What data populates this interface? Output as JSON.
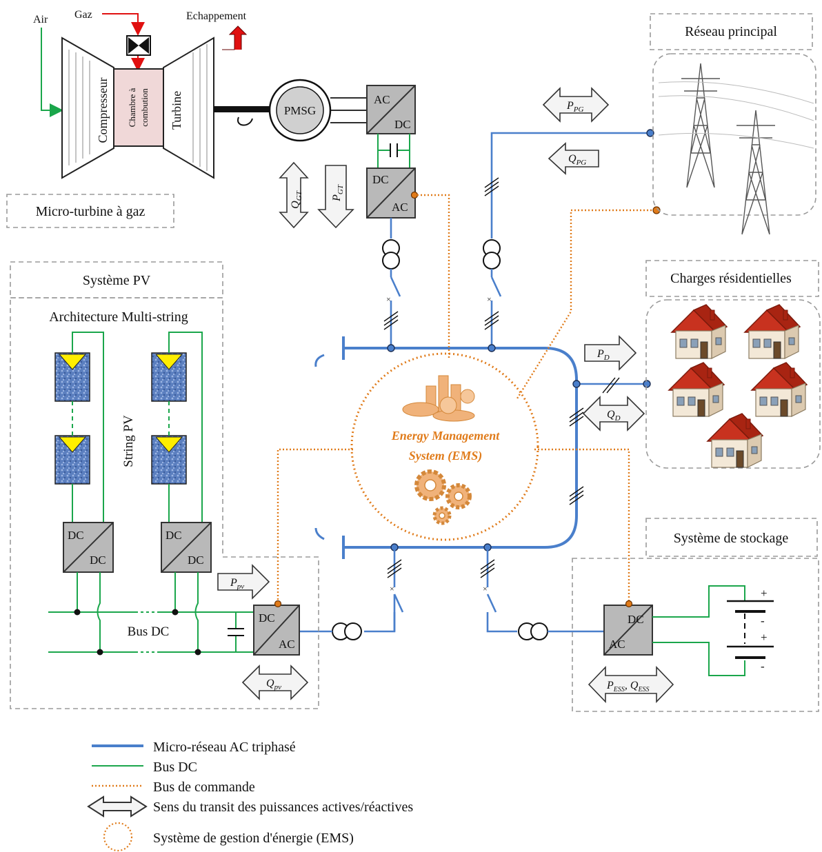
{
  "turbine": {
    "air_label": "Air",
    "gas_label": "Gaz",
    "exhaust_label": "Echappement",
    "compressor_label": "Compresseur",
    "chamber_line1": "Chambre à",
    "chamber_line2": "combution",
    "turbine_label": "Turbine",
    "generator_label": "PMSG",
    "section_label": "Micro-turbine à gaz"
  },
  "converters": {
    "ac": "AC",
    "dc": "DC"
  },
  "pv": {
    "section_label": "Système PV",
    "architecture_label": "Architecture Multi-string",
    "string_label": "String PV",
    "bus_label": "Bus DC"
  },
  "grid": {
    "section_label": "Réseau principal"
  },
  "loads": {
    "section_label": "Charges résidentielles"
  },
  "storage": {
    "section_label": "Système de stockage",
    "plus": "+",
    "minus": "-"
  },
  "ems": {
    "line1": "Energy Management",
    "line2": "System (EMS)"
  },
  "flows": {
    "p_gt": "P",
    "p_gt_sub": "GT",
    "q_gt": "Q",
    "q_gt_sub": "GT",
    "p_pg": "P",
    "p_pg_sub": "PG",
    "q_pg": "Q",
    "q_pg_sub": "PG",
    "p_d": "P",
    "p_d_sub": "D",
    "q_d": "Q",
    "q_d_sub": "D",
    "p_pv": "P",
    "p_pv_sub": "pv",
    "q_pv": "Q",
    "q_pv_sub": "pv",
    "p_ess": "P",
    "p_ess_sub": "ESS",
    "q_ess": "Q",
    "q_ess_sub": "ESS"
  },
  "legend": {
    "ac_grid": "Micro-réseau AC triphasé",
    "dc_bus": "Bus DC",
    "control_bus": "Bus de commande",
    "power_flow": "Sens du transit des puissances actives/réactives",
    "ems": "Système de gestion d'énergie (EMS)"
  },
  "colors": {
    "ac_line": "#4a7fcb",
    "dc_line": "#1aa64b",
    "control_line": "#e07b1a",
    "converter_fill": "#b9b9b9",
    "roof": "#c8321f"
  }
}
